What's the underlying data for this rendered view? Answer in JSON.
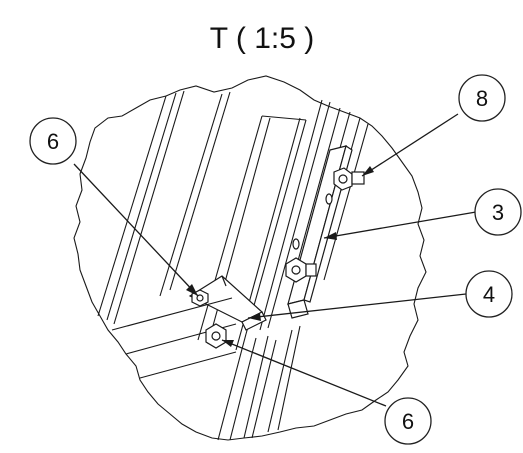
{
  "title": "T ( 1:5 )",
  "balloons": [
    {
      "id": "callout-6-upper",
      "label": "6"
    },
    {
      "id": "callout-8",
      "label": "8"
    },
    {
      "id": "callout-3",
      "label": "3"
    },
    {
      "id": "callout-4",
      "label": "4"
    },
    {
      "id": "callout-6-lower",
      "label": "6"
    }
  ],
  "colors": {
    "line": "#1a1a1a",
    "balloon_stroke": "#222222",
    "background": "#ffffff"
  }
}
